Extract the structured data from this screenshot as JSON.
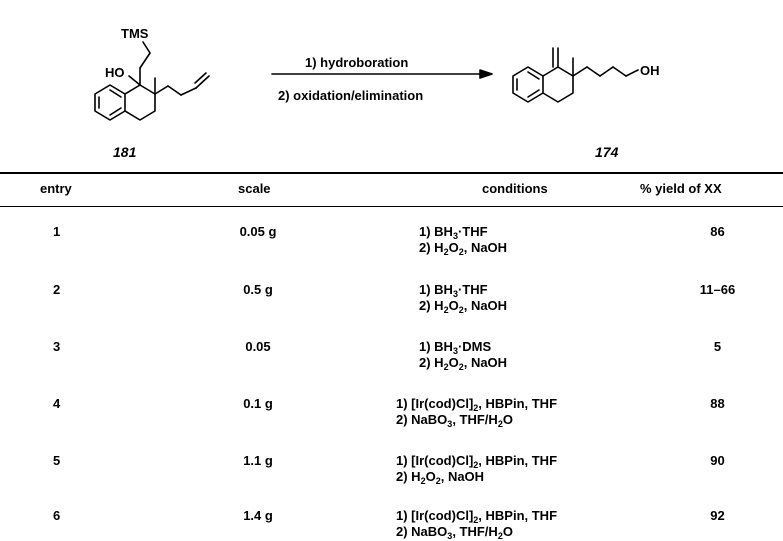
{
  "scheme": {
    "reactant_label": "181",
    "product_label": "174",
    "step1": "1) hydroboration",
    "step2": "2) oxidation/elimination",
    "tms": "TMS",
    "ho": "HO",
    "oh": "OH"
  },
  "table": {
    "headers": {
      "entry": "entry",
      "scale": "scale",
      "conditions": "conditions",
      "yield": "% yield of XX"
    },
    "rows": [
      {
        "entry": "1",
        "scale": "0.05 g",
        "yield": "86"
      },
      {
        "entry": "2",
        "scale": "0.5 g",
        "yield": "11–66"
      },
      {
        "entry": "3",
        "scale": "0.05",
        "yield": "5"
      },
      {
        "entry": "4",
        "scale": "0.1 g",
        "yield": "88"
      },
      {
        "entry": "5",
        "scale": "1.1 g",
        "yield": "90"
      },
      {
        "entry": "6",
        "scale": "1.4 g",
        "yield": "92"
      }
    ],
    "reagents": {
      "bh3thf_a": "1) BH",
      "bh3thf_b": "·THF",
      "bh3dms_b": "·DMS",
      "h2o2_a": "2) H",
      "h2o2_b": "O",
      "h2o2_c": ", NaOH",
      "ir_a": "1) [Ir(cod)Cl]",
      "ir_b": ", HBPin, THF",
      "nabo_a": "2) NaBO",
      "nabo_b": ", THF/H",
      "nabo_c": "O",
      "sub2": "2",
      "sub3": "3"
    }
  }
}
